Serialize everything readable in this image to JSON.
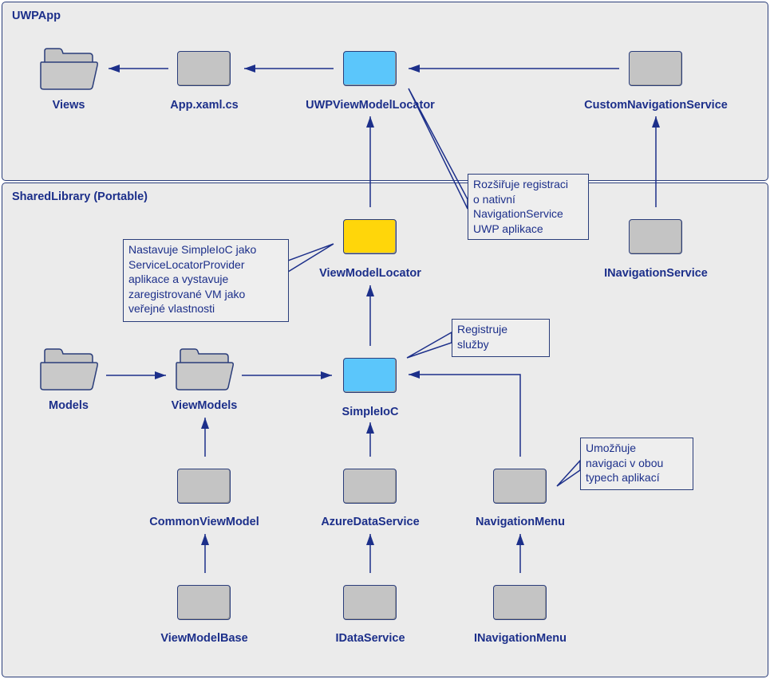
{
  "regions": {
    "uwp": {
      "title": "UWPApp"
    },
    "shared": {
      "title": "SharedLibrary (Portable)"
    }
  },
  "nodes": {
    "views": {
      "label": "Views",
      "icon": "folder-icon"
    },
    "app_xaml_cs": {
      "label": "App.xaml.cs"
    },
    "uwp_view_model_locator": {
      "label": "UWPViewModelLocator",
      "color": "#5bc6fb"
    },
    "custom_navigation_service": {
      "label": "CustomNavigationService"
    },
    "view_model_locator": {
      "label": "ViewModelLocator",
      "color": "#ffd60a"
    },
    "inavigation_service": {
      "label": "INavigationService"
    },
    "models": {
      "label": "Models",
      "icon": "folder-icon"
    },
    "view_models": {
      "label": "ViewModels",
      "icon": "folder-icon"
    },
    "simple_ioc": {
      "label": "SimpleIoC",
      "color": "#5bc6fb"
    },
    "common_view_model": {
      "label": "CommonViewModel"
    },
    "azure_data_service": {
      "label": "AzureDataService"
    },
    "navigation_menu": {
      "label": "NavigationMenu"
    },
    "view_model_base": {
      "label": "ViewModelBase"
    },
    "idata_service": {
      "label": "IDataService"
    },
    "inavigation_menu": {
      "label": "INavigationMenu"
    }
  },
  "notes": {
    "uwp_locator_note": [
      "Rozšiřuje registraci",
      "o nativní",
      "NavigationService",
      "UWP aplikace"
    ],
    "view_model_locator_note": [
      "Nastavuje SimpleIoC jako",
      "ServiceLocatorProvider",
      "aplikace a vystavuje",
      "zaregistrované VM jako",
      "veřejné vlastnosti"
    ],
    "simple_ioc_note": [
      "Registruje",
      "služby"
    ],
    "navigation_menu_note": [
      "Umožňuje",
      "navigaci v obou",
      "typech aplikací"
    ]
  },
  "colors": {
    "line": "#1c2f8a",
    "border": "#2a3d7a",
    "region_fill": "#ebebeb",
    "node_gray": "#c4c4c4",
    "node_blue": "#5bc6fb",
    "node_yellow": "#ffd60a"
  }
}
